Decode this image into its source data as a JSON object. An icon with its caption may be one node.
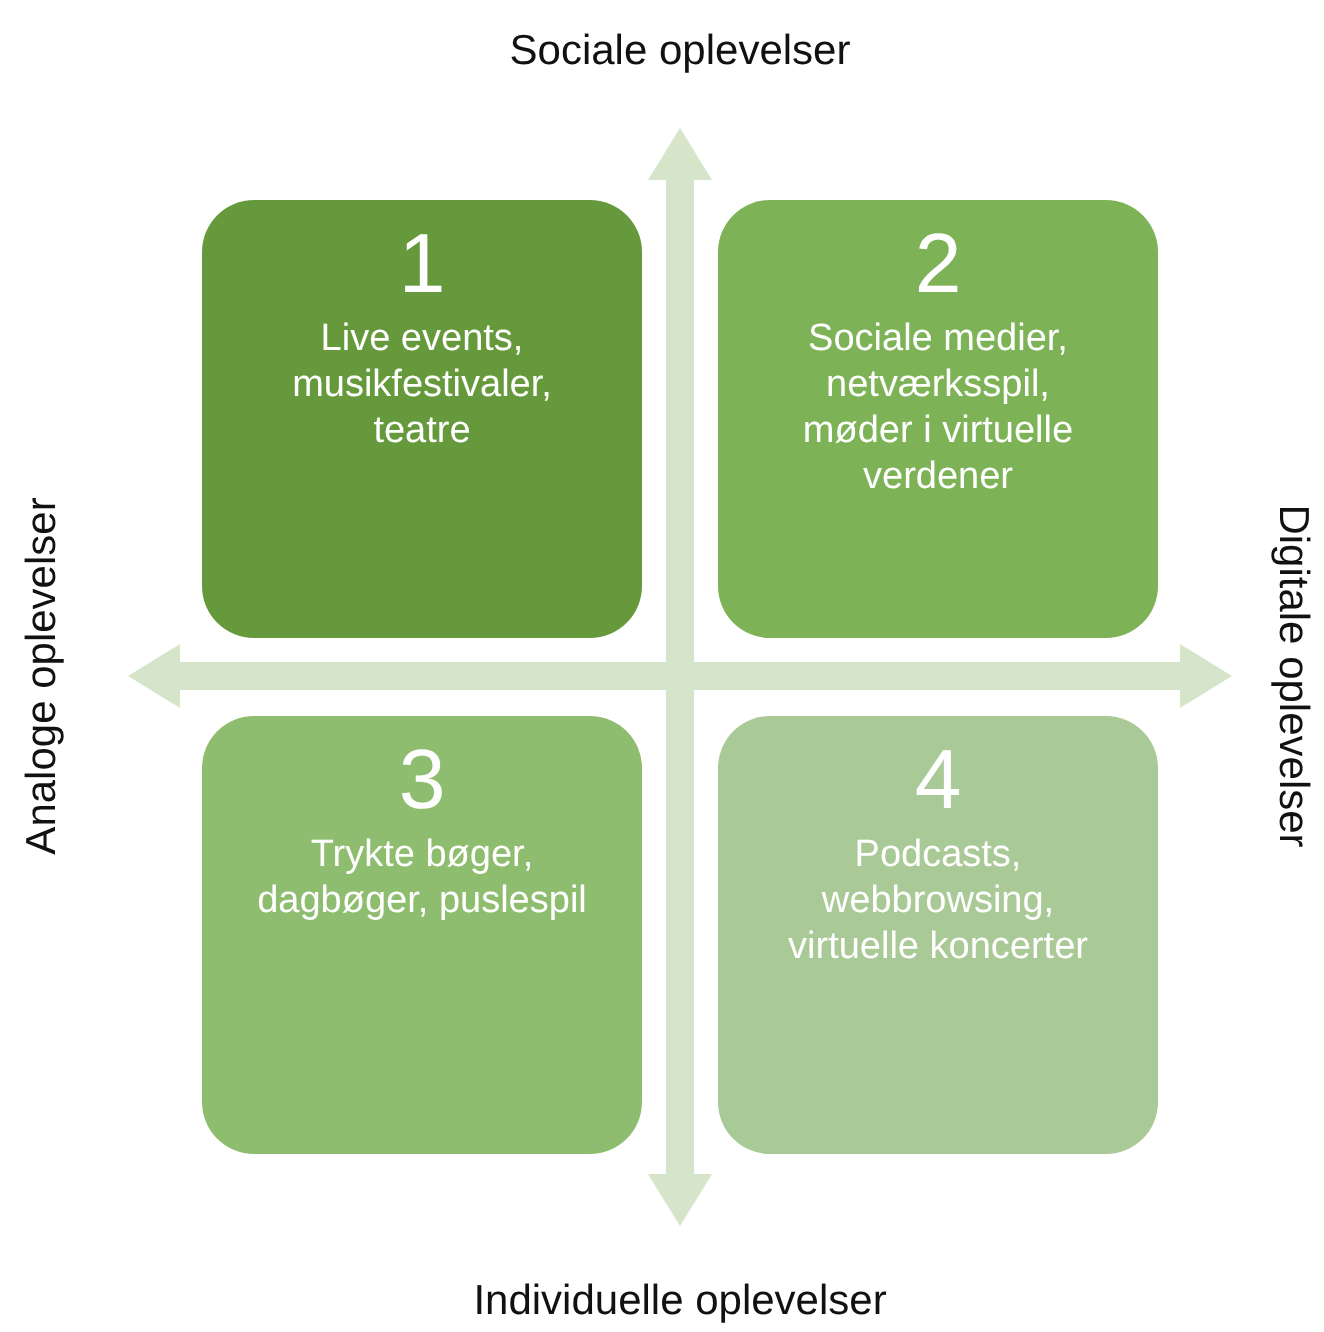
{
  "diagram": {
    "nodes": [
      {
        "text": [
          "1",
          "Live events, musikfestivaler, teatre"
        ]
      },
      {
        "text": [
          "2",
          "Sociale medier, netværksspil, møder i virtuelle verdener"
        ]
      },
      {
        "text": [
          "3",
          "Trykte bøger, dagbøger, puslespil"
        ]
      },
      {
        "text": [
          "4",
          "Podcasts, webbrowsing, virtuelle koncerter"
        ]
      },
      {
        "text": [
          "Sociale oplevelser"
        ]
      },
      {
        "text": [
          "Analoge oplevelser"
        ]
      },
      {
        "text": [
          "Digitale oplevelser"
        ]
      },
      {
        "text": [
          "Individuelle oplevelser"
        ]
      }
    ],
    "edges": [
      {
        "from": 4,
        "to": 7,
        "arrow": "both"
      },
      {
        "from": 5,
        "to": 6,
        "arrow": "both"
      }
    ]
  }
}
